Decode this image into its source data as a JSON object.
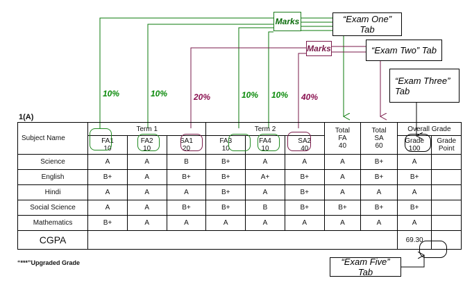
{
  "diagram": {
    "section_label": "1(A)",
    "footnote": "“***”Upgraded Grade",
    "colors": {
      "green": "#0a7a0a",
      "maroon": "#7a1a4a",
      "black": "#000000"
    },
    "marks_badges": [
      {
        "label": "Marks",
        "color": "green"
      },
      {
        "label": "Marks",
        "color": "maroon"
      }
    ],
    "callouts": [
      {
        "label": "“Exam One” Tab"
      },
      {
        "label": "“Exam Two” Tab"
      },
      {
        "label": "“Exam Three” Tab"
      },
      {
        "label": "“Exam Five” Tab"
      }
    ],
    "weights": [
      {
        "value": "10%",
        "color": "green"
      },
      {
        "value": "10%",
        "color": "green"
      },
      {
        "value": "20%",
        "color": "maroon"
      },
      {
        "value": "10%",
        "color": "green"
      },
      {
        "value": "10%",
        "color": "green"
      },
      {
        "value": "40%",
        "color": "maroon"
      }
    ]
  },
  "table": {
    "group_headers": [
      {
        "label": "",
        "span": 1
      },
      {
        "label": "Term 1",
        "span": 3
      },
      {
        "label": "Term 2",
        "span": 3
      },
      {
        "label": "Total\nFA\n40",
        "span": 1
      },
      {
        "label": "Total\nSA\n60",
        "span": 1
      },
      {
        "label": "Overall Grade",
        "span": 2
      }
    ],
    "group_term1": "Term 1",
    "group_term2": "Term 2",
    "total_fa": "Total\nFA",
    "total_fa_line1": "Total",
    "total_fa_line2": "FA",
    "total_fa_max": "40",
    "total_sa_line1": "Total",
    "total_sa_line2": "SA",
    "total_sa_max": "60",
    "overall_grade": "Overall Grade",
    "columns": [
      {
        "name": "Subject Name",
        "max": ""
      },
      {
        "name": "FA1",
        "max": "10"
      },
      {
        "name": "FA2",
        "max": "10"
      },
      {
        "name": "SA1",
        "max": "20"
      },
      {
        "name": "FA3",
        "max": "10"
      },
      {
        "name": "FA4",
        "max": "10"
      },
      {
        "name": "SA2",
        "max": "40"
      },
      {
        "name": "Total FA",
        "max": "40"
      },
      {
        "name": "Total SA",
        "max": "60"
      },
      {
        "name": "Grade",
        "max": "100"
      },
      {
        "name": "Grade Point",
        "max": ""
      }
    ],
    "grade_hdr_line1": "Grade",
    "grade_hdr_line2": "100",
    "gradepoint_hdr_line1": "Grade",
    "gradepoint_hdr_line2": "Point",
    "rows": [
      {
        "subject": "Science",
        "cells": [
          "A",
          "A",
          "B",
          "B+",
          "A",
          "A",
          "A",
          "B+",
          "A",
          ""
        ]
      },
      {
        "subject": "English",
        "cells": [
          "B+",
          "A",
          "B+",
          "B+",
          "A+",
          "B+",
          "A",
          "B+",
          "B+",
          ""
        ]
      },
      {
        "subject": "Hindi",
        "cells": [
          "A",
          "A",
          "A",
          "B+",
          "A",
          "B+",
          "A",
          "A",
          "A",
          ""
        ]
      },
      {
        "subject": "Social Science",
        "cells": [
          "A",
          "A",
          "B+",
          "B+",
          "B",
          "B+",
          "B+",
          "B+",
          "B+",
          ""
        ]
      },
      {
        "subject": "Mathematics",
        "cells": [
          "B+",
          "A",
          "A",
          "A",
          "A",
          "A",
          "A",
          "A",
          "A",
          ""
        ]
      }
    ],
    "cgpa_label": "CGPA",
    "cgpa_value": "69.30"
  }
}
